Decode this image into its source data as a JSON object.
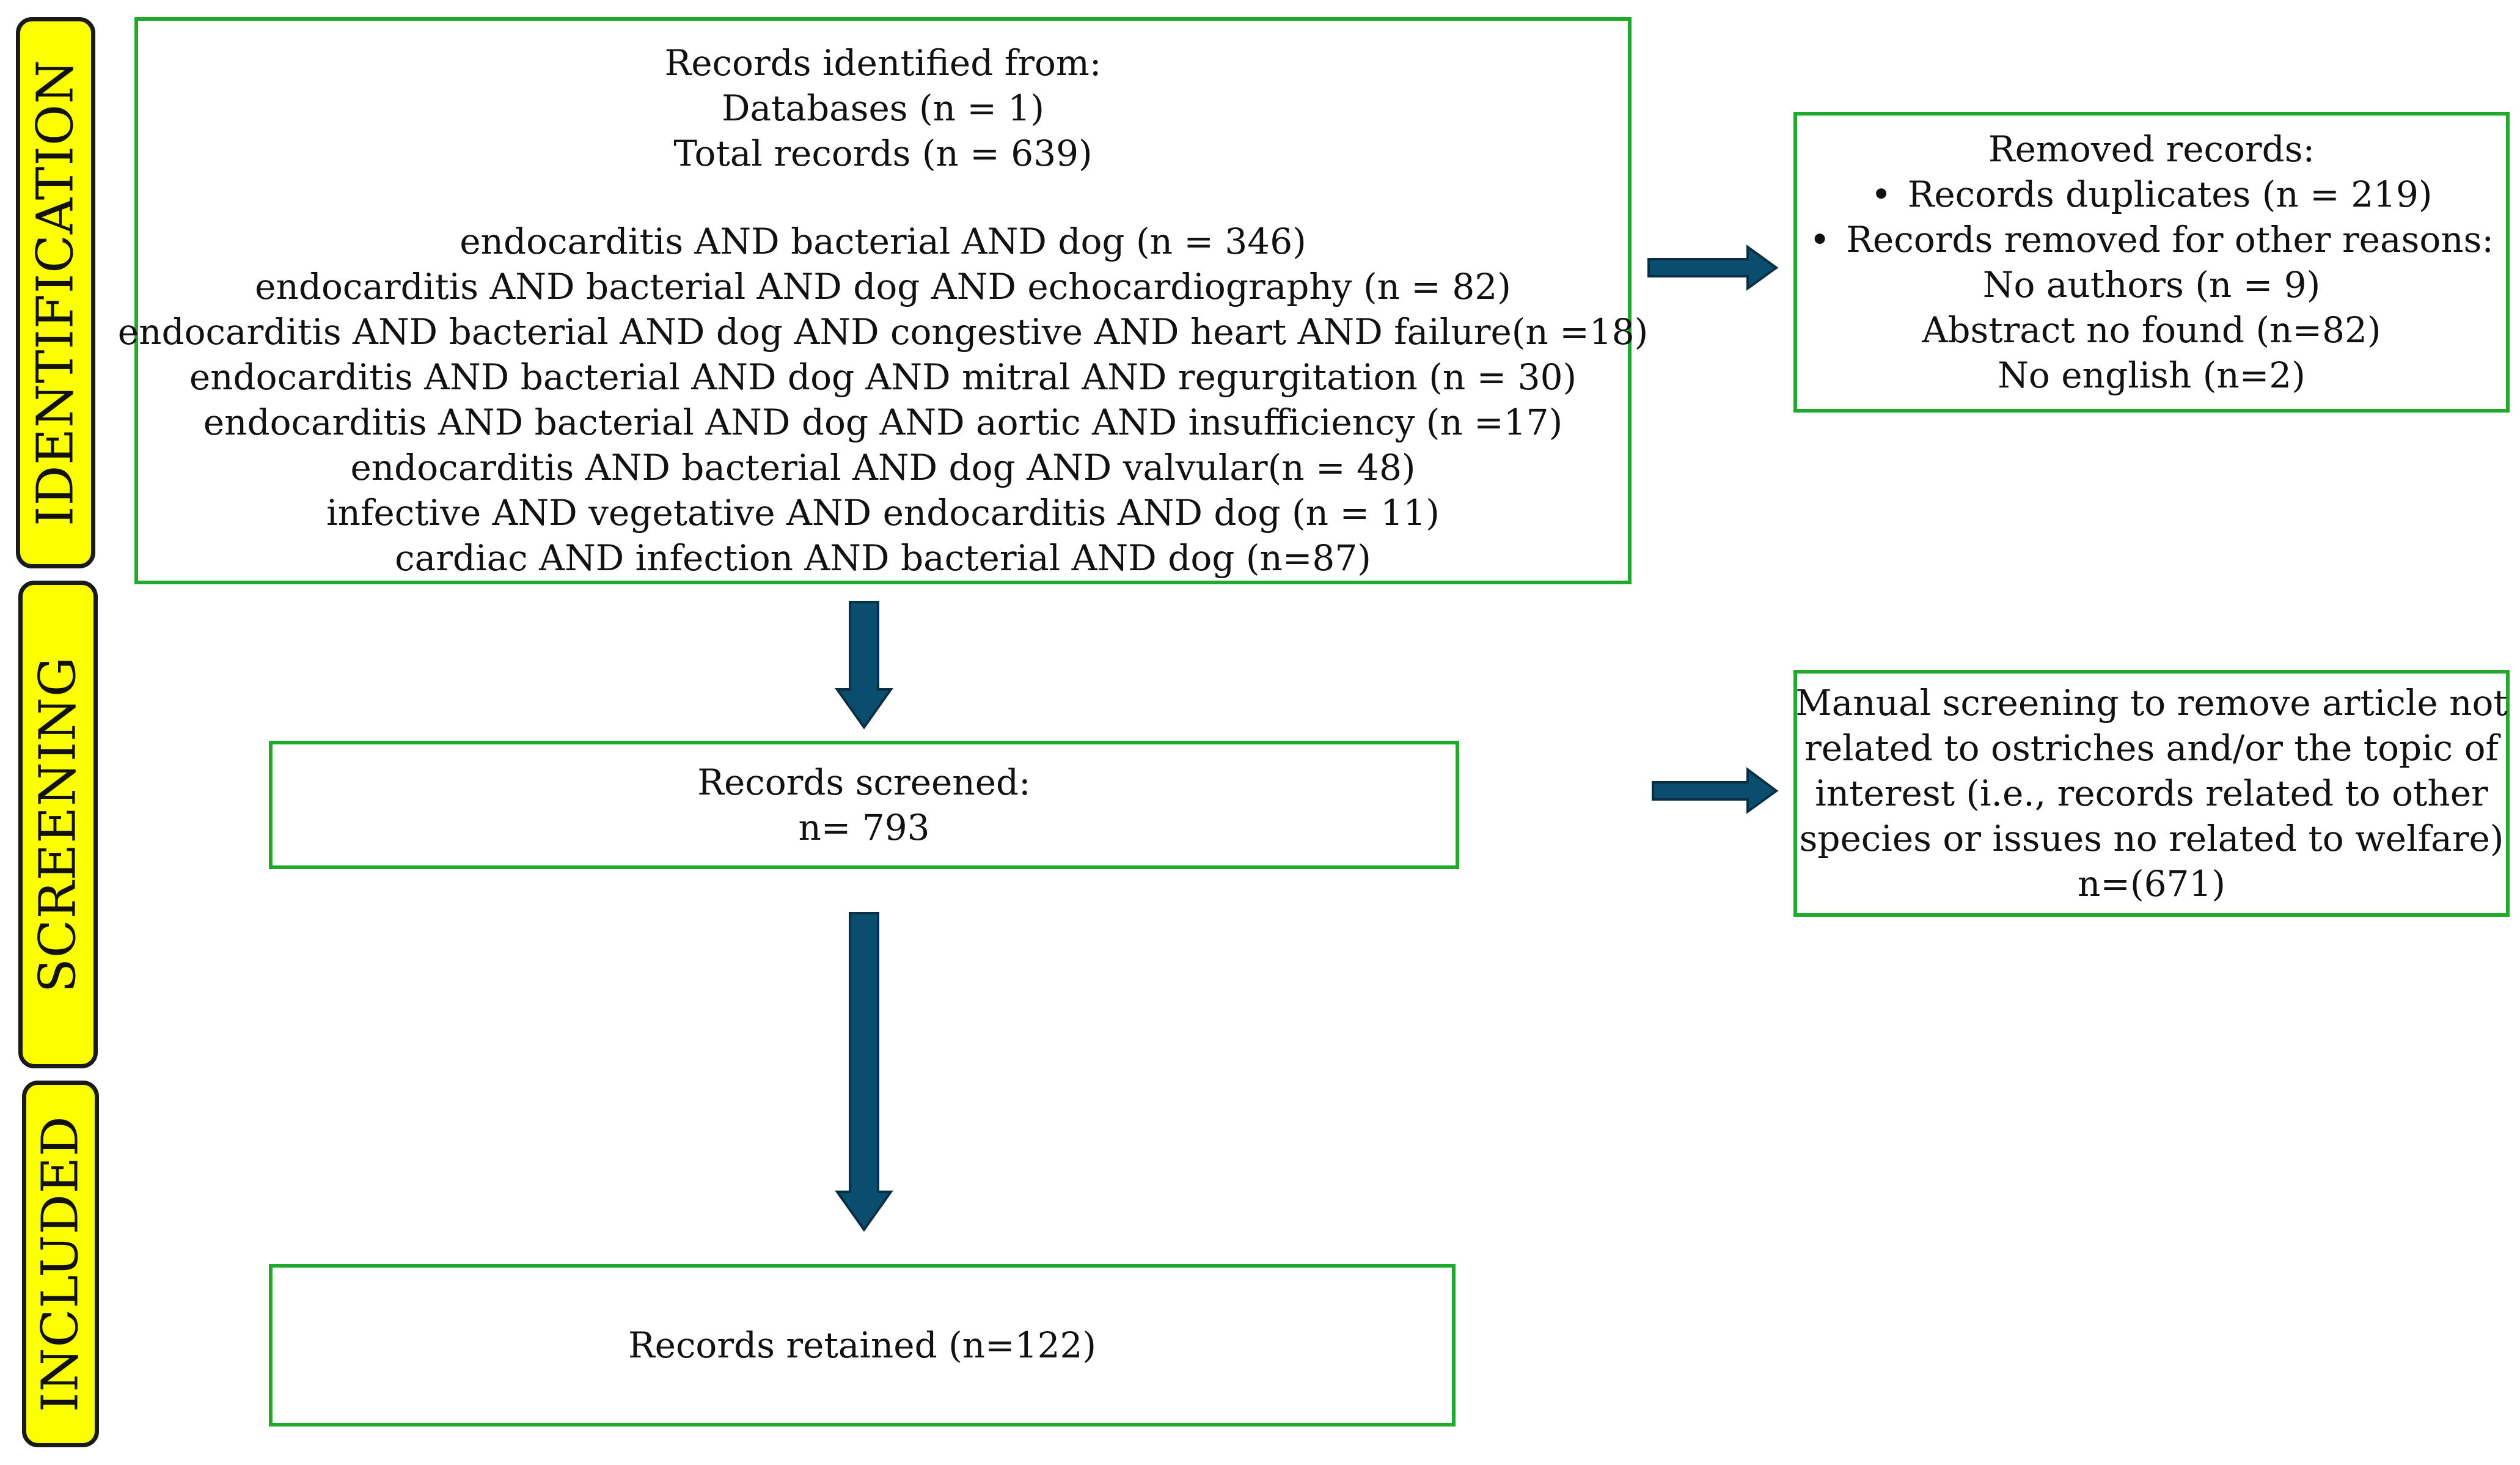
{
  "stages": {
    "identification": "IDENTIFICATION",
    "screening": "SCREENING",
    "included": "INCLUDED"
  },
  "identified": {
    "title": "Records identified from:",
    "databases": "Databases (n = 1)",
    "total": "Total records (n = 639)",
    "queries": [
      "endocarditis AND bacterial AND dog (n = 346)",
      "endocarditis AND bacterial AND dog AND echocardiography (n = 82)",
      "endocarditis AND bacterial AND dog AND congestive AND heart AND failure(n =18)",
      "endocarditis AND bacterial AND dog AND mitral AND regurgitation (n = 30)",
      "endocarditis AND bacterial AND dog AND aortic AND insufficiency (n =17)",
      "endocarditis AND bacterial AND dog AND valvular(n = 48)",
      "infective AND vegetative AND endocarditis AND dog (n = 11)",
      "cardiac AND infection AND bacterial AND dog (n=87)"
    ]
  },
  "removed": {
    "title": "Removed records:",
    "duplicates": "Records duplicates (n = 219)",
    "other_reasons": "Records removed for other reasons:",
    "no_authors": "No authors (n = 9)",
    "abstract": "Abstract no found (n=82)",
    "english": "No english (n=2)"
  },
  "screened": {
    "title": "Records screened:",
    "count": "n= 793"
  },
  "manual": {
    "lines": [
      "Manual screening to remove article not",
      "related to ostriches and/or the topic of",
      "interest (i.e., records related to other",
      "species or issues no related to welfare)",
      "n=(671)"
    ]
  },
  "retained": {
    "label": "Records retained (n=122)"
  },
  "colors": {
    "stage_fill": "#fcff00",
    "box_border": "#1faa2e",
    "arrow": "#0b4d6e"
  }
}
